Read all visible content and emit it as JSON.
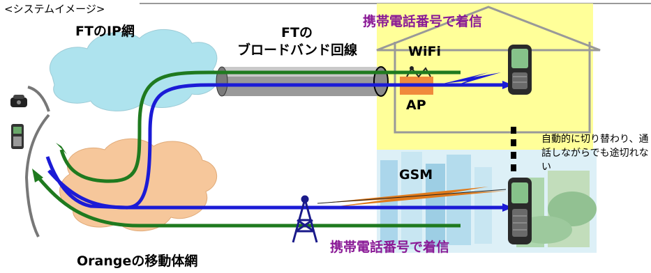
{
  "title": "<システムイメージ>",
  "labels": {
    "ft_ip_network": "FTのIP網",
    "ft_broadband_line1": "FTの",
    "ft_broadband_line2": "ブロードバンド回線",
    "wifi": "WiFi",
    "ap": "AP",
    "gsm": "GSM",
    "orange_mobile_network": "Orangeの移動体網",
    "incoming_top": "携帯電話番号で着信",
    "incoming_bottom": "携帯電話番号で着信",
    "auto_switch_note": "自動的に切り替わり、通話しながらでも途切れない"
  },
  "colors": {
    "house_fill": "#ffff99",
    "cloud_fill": "#aee3ee",
    "cloud_orange": "#f6c79b",
    "green_path": "#1f7a1f",
    "blue_path": "#1b1bd6",
    "purple_text": "#8a1a96",
    "tower": "#1a1a8a"
  },
  "icons": [
    "house-icon",
    "cloud-icon",
    "phone-icon",
    "antenna-tower-icon",
    "wifi-router-icon",
    "cable-tube-icon",
    "desk-phone-icon"
  ]
}
